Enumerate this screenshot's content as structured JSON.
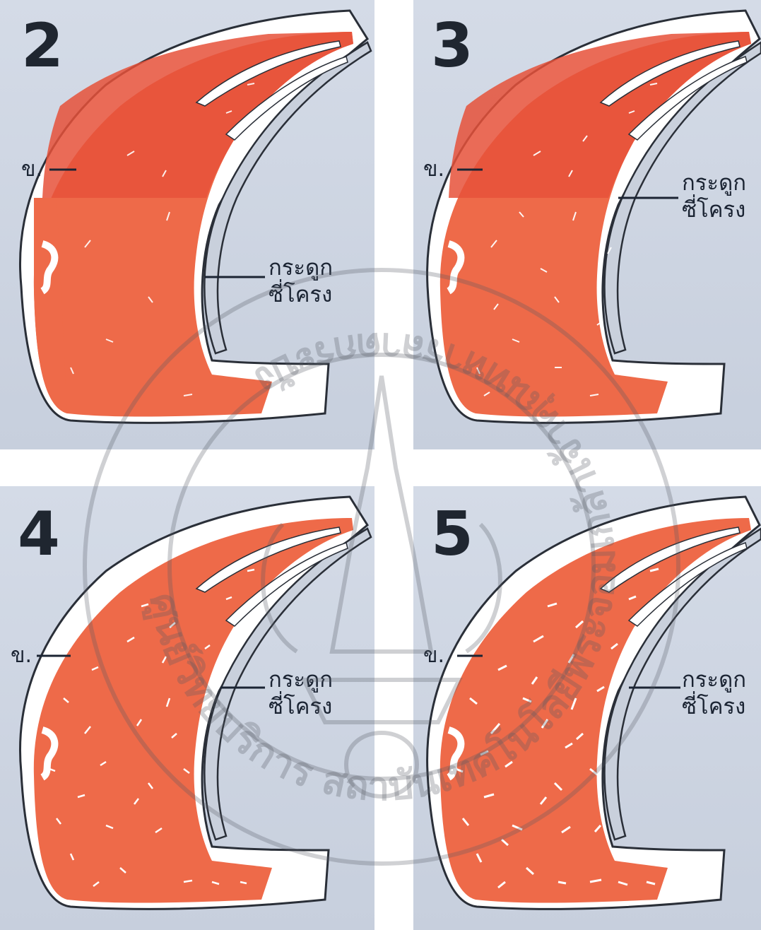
{
  "panels": [
    {
      "number": "2",
      "label_kh": "ข.",
      "label_bone_line1": "กระดูก",
      "label_bone_line2": "ซี่โครง"
    },
    {
      "number": "3",
      "label_kh": "ข.",
      "label_bone_line1": "กระดูก",
      "label_bone_line2": "ซี่โครง"
    },
    {
      "number": "4",
      "label_kh": "ข.",
      "label_bone_line1": "กระดูก",
      "label_bone_line2": "ซี่โครง"
    },
    {
      "number": "5",
      "label_kh": "ข.",
      "label_bone_line1": "กระดูก",
      "label_bone_line2": "ซี่โครง"
    }
  ],
  "watermark": {
    "text": "ศูนย์วิทยบริการ สถาบันเทคโนโลยีพระจอมเกล้าเจ้าคุณทหารลาดกระบัง"
  },
  "colors": {
    "meat": "#ee6a49",
    "meat_top": "#e8553a",
    "background": "#cfd6e2",
    "outline": "#2a2f38"
  }
}
